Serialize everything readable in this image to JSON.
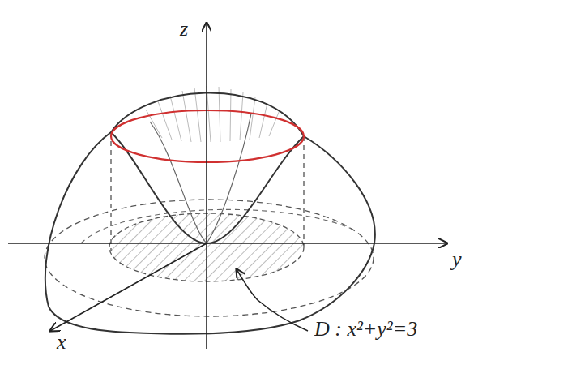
{
  "diagram": {
    "labels": [
      "z",
      "y",
      "x",
      "D : x²+y²=3"
    ]
  }
}
